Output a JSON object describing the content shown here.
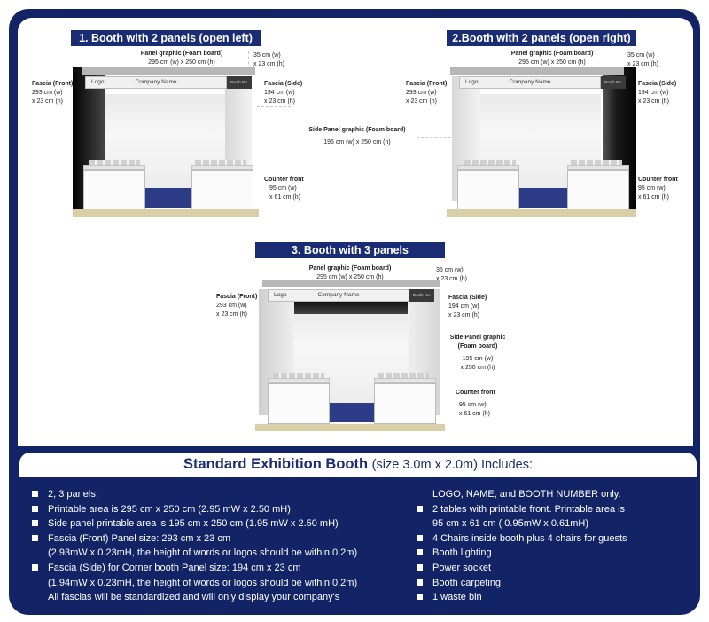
{
  "booth1": {
    "title": "1. Booth with 2 panels (open left)",
    "panel_graphic": {
      "name": "Panel graphic (Foam board)",
      "size": "295 cm (w) x 250 cm (h)"
    },
    "top_dim": {
      "w": "35 cm (w)",
      "h": "x 23 cm (h)"
    },
    "fascia_front": {
      "name": "Fascia (Front)",
      "w": "293 cm (w)",
      "h": "x 23 cm (h)"
    },
    "fascia_side": {
      "name": "Fascia (Side)",
      "w": "194 cm (w)",
      "h": "x 23 cm (h)"
    },
    "counter_front": {
      "name": "Counter front",
      "w": "95 cm (w)",
      "h": "x 61 cm (h)"
    },
    "fascia_logo": "Logo",
    "fascia_company": "Company Name",
    "booth_no": "Booth No."
  },
  "side_panel_graphic": {
    "name": "Side Panel graphic (Foam board)",
    "size": "195 cm (w) x 250 cm (h)"
  },
  "booth2": {
    "title": "2.Booth with 2 panels (open right)",
    "panel_graphic": {
      "name": "Panel graphic (Foam board)",
      "size": "295 cm (w) x 250 cm (h)"
    },
    "top_dim": {
      "w": "35 cm (w)",
      "h": "x 23 cm (h)"
    },
    "fascia_front": {
      "name": "Fascia (Front)",
      "w": "293 cm (w)",
      "h": "x 23 cm (h)"
    },
    "fascia_side": {
      "name": "Fascia (Side)",
      "w": "194 cm (w)",
      "h": "x 23 cm (h)"
    },
    "counter_front": {
      "name": "Counter front",
      "w": "95 cm (w)",
      "h": "x 61 cm (h)"
    },
    "fascia_logo": "Logo",
    "fascia_company": "Company Name",
    "booth_no": "Booth No."
  },
  "booth3": {
    "title": "3. Booth with 3 panels",
    "panel_graphic": {
      "name": "Panel graphic (Foam board)",
      "size": "295 cm (w) x 250 cm (h)"
    },
    "top_dim": {
      "w": "35 cm (w)",
      "h": "x 23 cm (h)"
    },
    "fascia_front": {
      "name": "Fascia (Front)",
      "w": "293 cm (w)",
      "h": "x 23 cm (h)"
    },
    "fascia_side": {
      "name": "Fascia (Side)",
      "w": "194 cm (w)",
      "h": "x 23 cm (h)"
    },
    "side_panel": {
      "name1": "Side Panel graphic",
      "name2": "(Foam board)",
      "w": "195 cm (w)",
      "h": "x 250 cm (h)"
    },
    "counter_front": {
      "name": "Counter front",
      "w": "95 cm (w)",
      "h": "x 61 cm (h)"
    },
    "fascia_logo": "Logo",
    "fascia_company": "Company Name",
    "booth_no": "Booth No."
  },
  "standard": {
    "title": "Standard Exhibition Booth",
    "subtitle": "(size 3.0m x 2.0m) Includes:",
    "left_items": [
      {
        "bullet": true,
        "text": "2, 3 panels."
      },
      {
        "bullet": true,
        "text": "Printable area is 295 cm x 250 cm (2.95 mW x 2.50 mH)"
      },
      {
        "bullet": true,
        "text": "Side panel printable area is 195 cm x 250 cm (1.95 mW x 2.50 mH)"
      },
      {
        "bullet": true,
        "text": "Fascia (Front) Panel size: 293 cm x 23 cm"
      },
      {
        "bullet": false,
        "text": "(2.93mW x 0.23mH, the height of words or logos should be within 0.2m)"
      },
      {
        "bullet": true,
        "text": "Fascia (Side) for Corner booth Panel size: 194 cm x 23 cm"
      },
      {
        "bullet": false,
        "text": "(1.94mW x 0.23mH, the height of words or logos should be within 0.2m)"
      },
      {
        "bullet": false,
        "text": "All fascias will be standardized and will only display your company's"
      }
    ],
    "right_items": [
      {
        "bullet": false,
        "text": "LOGO, NAME, and BOOTH NUMBER only."
      },
      {
        "bullet": true,
        "text": "2 tables with printable front. Printable area is"
      },
      {
        "bullet": false,
        "text": "95 cm x 61 cm ( 0.95mW x 0.61mH)"
      },
      {
        "bullet": true,
        "text": "4 Chairs inside booth plus 4 chairs for guests"
      },
      {
        "bullet": true,
        "text": "Booth lighting"
      },
      {
        "bullet": true,
        "text": "Power socket"
      },
      {
        "bullet": true,
        "text": "Booth carpeting"
      },
      {
        "bullet": true,
        "text": "1 waste bin"
      }
    ]
  }
}
